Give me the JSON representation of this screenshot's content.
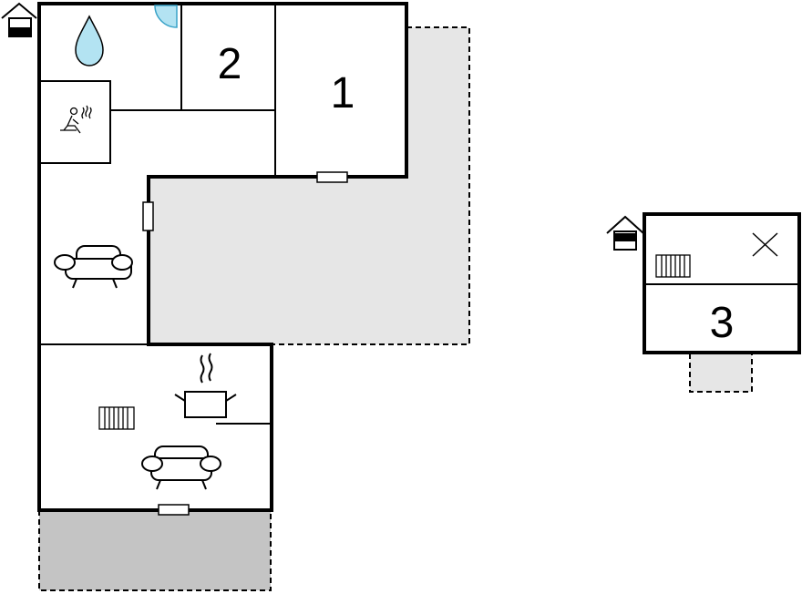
{
  "rooms": {
    "bedroom_1": "1",
    "bedroom_2": "2",
    "bedroom_3": "3"
  },
  "icons": {
    "entrance_main": "entrance-house-icon",
    "entrance_annex": "entrance-house-icon",
    "bathroom": "water-drop-icon",
    "sauna": "sauna-icon",
    "living_sofa": "sofa-icon",
    "kitchen_pot": "cooking-pot-icon",
    "kitchen_radiator": "radiator-icon",
    "kitchen_sofa": "sofa-icon",
    "annex_radiator": "radiator-icon",
    "annex_cross": "cross-icon"
  },
  "colors": {
    "wall": "#000000",
    "terrace": "#e6e6e6",
    "terrace_dark": "#c4c4c4",
    "water": "#b3e3f2",
    "door_arc": "#3aa3c8"
  }
}
